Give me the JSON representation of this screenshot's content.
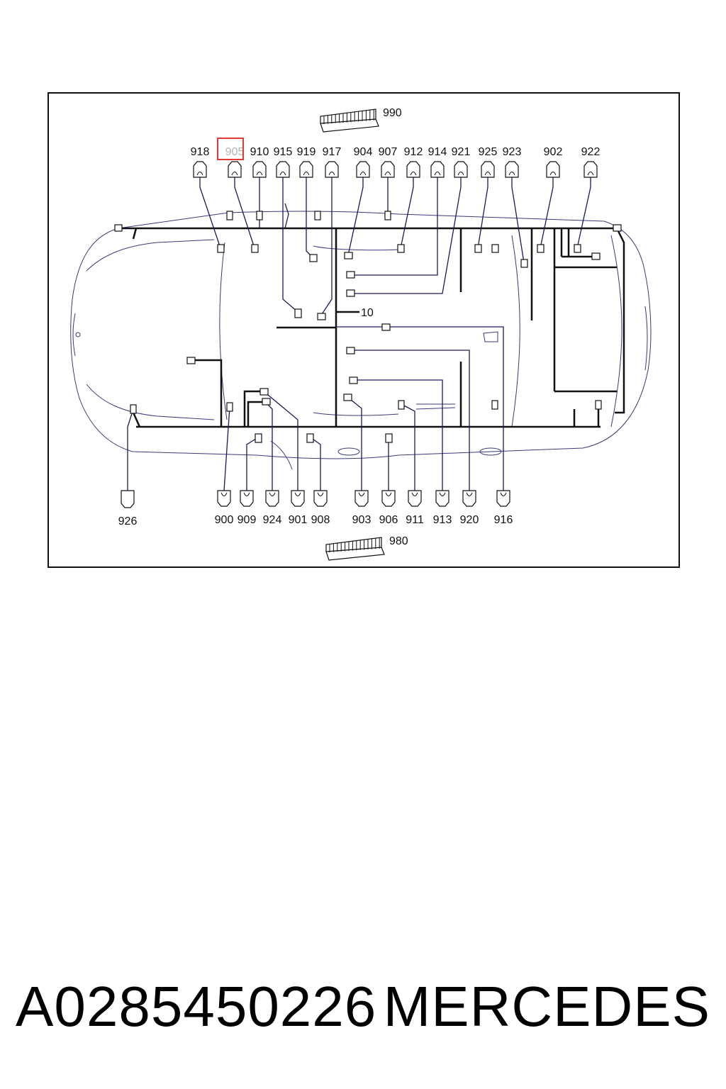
{
  "diagram": {
    "top_connector_label": "990",
    "bottom_connector_label": "980",
    "branch_label": "10",
    "highlighted_label": "905",
    "highlight_color": "#e53935",
    "wire_color": "#1a1a5e",
    "trunk_color": "#111111",
    "top_labels": [
      "918",
      "905",
      "910",
      "915",
      "919",
      "917",
      "904",
      "907",
      "912",
      "914",
      "921",
      "925",
      "923",
      "902",
      "922"
    ],
    "bottom_labels": [
      "900",
      "909",
      "924",
      "901",
      "908",
      "903",
      "906",
      "911",
      "913",
      "920",
      "916"
    ],
    "left_label": "926"
  },
  "footer": {
    "part_number": "A0285450226",
    "brand": "MERCEDES"
  }
}
